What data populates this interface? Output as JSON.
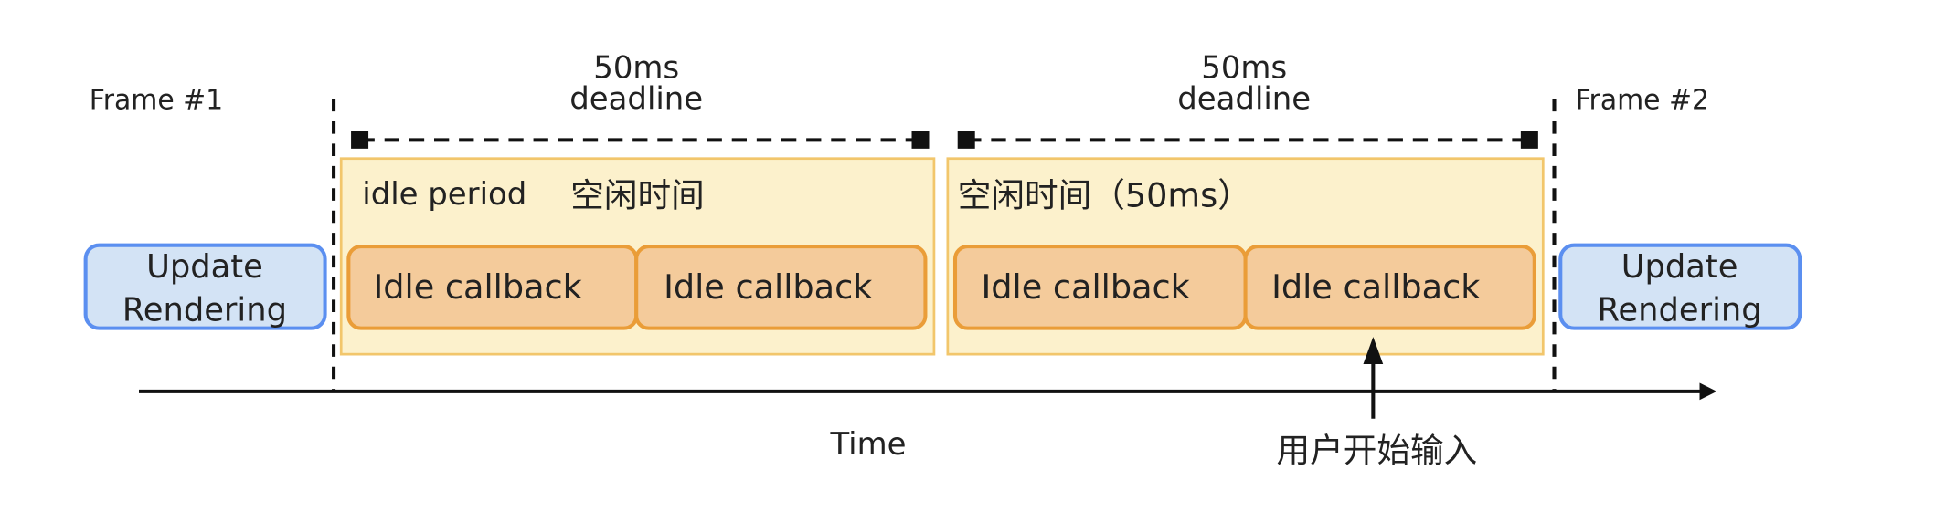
{
  "frame1": {
    "label": "Frame #1",
    "box_line1": "Update",
    "box_line2": "Rendering"
  },
  "frame2": {
    "label": "Frame #2",
    "box_line1": "Update",
    "box_line2": "Rendering"
  },
  "deadline1": {
    "line1": "50ms",
    "line2": "deadline"
  },
  "deadline2": {
    "line1": "50ms",
    "line2": "deadline"
  },
  "idle_block1": {
    "label": "idle period",
    "label_cn": "空闲时间",
    "callbacks": [
      "Idle callback",
      "Idle callback"
    ]
  },
  "idle_block2": {
    "label": "空闲时间（50ms）",
    "callbacks": [
      "Idle callback",
      "Idle callback"
    ]
  },
  "axis": {
    "label": "Time"
  },
  "user_input": {
    "label": "用户开始输入"
  },
  "colors": {
    "update_fill": "#d3e3f5",
    "update_stroke": "#5b8ff0",
    "idle_fill": "#fcf1cc",
    "idle_stroke": "#f2c66b",
    "callback_fill": "#f4cb9b",
    "callback_stroke": "#ea9d38",
    "line": "#111111"
  }
}
